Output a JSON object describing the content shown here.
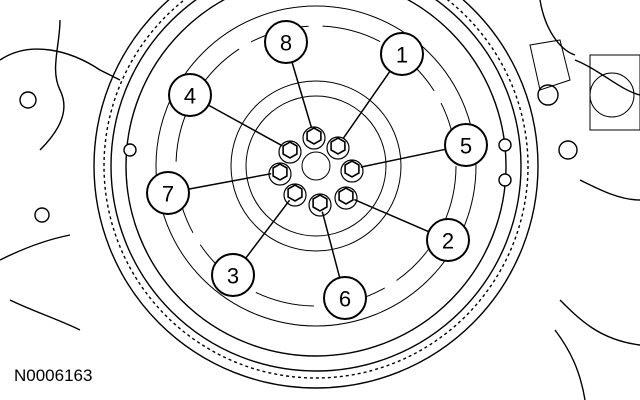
{
  "figure_code": "N0006163",
  "callouts": [
    {
      "label": "1"
    },
    {
      "label": "2"
    },
    {
      "label": "3"
    },
    {
      "label": "4"
    },
    {
      "label": "5"
    },
    {
      "label": "6"
    },
    {
      "label": "7"
    },
    {
      "label": "8"
    }
  ]
}
